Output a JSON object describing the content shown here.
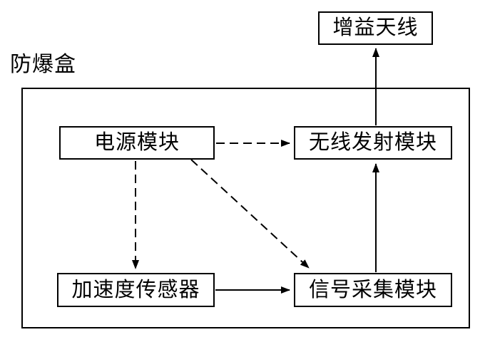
{
  "diagram": {
    "title_label": "防爆盒",
    "nodes": {
      "antenna": {
        "label": "增益天线"
      },
      "power": {
        "label": "电源模块"
      },
      "wireless": {
        "label": "无线发射模块"
      },
      "accel": {
        "label": "加速度传感器"
      },
      "signal": {
        "label": "信号采集模块"
      }
    },
    "edges": [
      {
        "from": "电源模块",
        "to": "无线发射模块",
        "style": "dashed"
      },
      {
        "from": "电源模块",
        "to": "加速度传感器",
        "style": "dashed"
      },
      {
        "from": "电源模块",
        "to": "信号采集模块",
        "style": "dashed"
      },
      {
        "from": "加速度传感器",
        "to": "信号采集模块",
        "style": "solid"
      },
      {
        "from": "信号采集模块",
        "to": "无线发射模块",
        "style": "solid"
      },
      {
        "from": "无线发射模块",
        "to": "增益天线",
        "style": "solid"
      }
    ],
    "colors": {
      "line": "#000000",
      "background": "#ffffff"
    }
  }
}
